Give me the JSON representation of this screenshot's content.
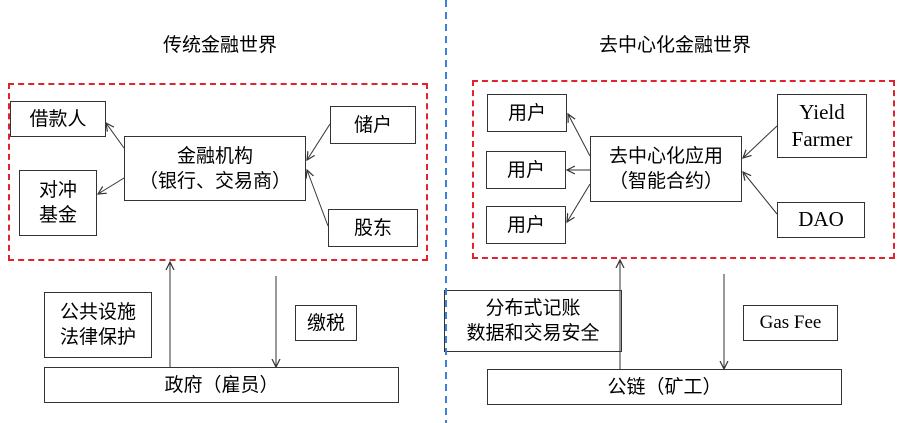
{
  "left": {
    "title": "传统金融世界",
    "borrower": "借款人",
    "hedge_fund_line1": "对冲",
    "hedge_fund_line2": "基金",
    "institution_line1": "金融机构",
    "institution_line2": "（银行、交易商）",
    "depositor": "储户",
    "shareholder": "股东",
    "infrastructure_line1": "公共设施",
    "infrastructure_line2": "法律保护",
    "tax": "缴税",
    "government": "政府（雇员）"
  },
  "right": {
    "title": "去中心化金融世界",
    "user1": "用户",
    "user2": "用户",
    "user3": "用户",
    "dapp_line1": "去中心化应用",
    "dapp_line2": "（智能合约）",
    "yield_line1": "Yield",
    "yield_line2": "Farmer",
    "dao": "DAO",
    "ledger_line1": "分布式记账",
    "ledger_line2": "数据和交易安全",
    "gas_fee": "Gas Fee",
    "chain": "公链（矿工）"
  },
  "colors": {
    "red_dashed": "#e0232d",
    "blue_divider": "#3b7fd9",
    "arrow": "#333333"
  }
}
